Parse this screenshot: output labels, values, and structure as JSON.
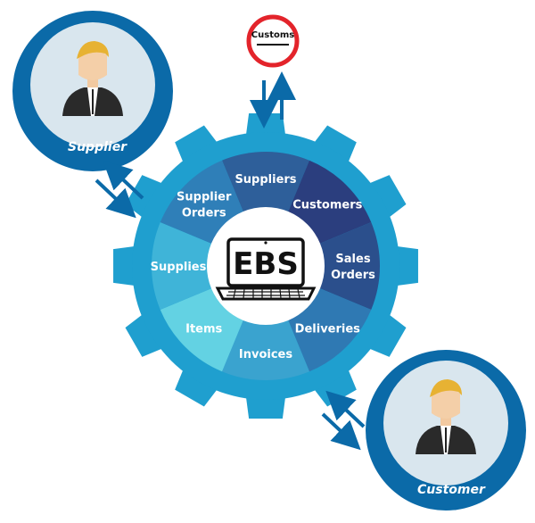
{
  "center": {
    "label": "EBS"
  },
  "segments": [
    {
      "label_lines": [
        "Suppliers"
      ],
      "color": "#2e5f9a"
    },
    {
      "label_lines": [
        "Customers"
      ],
      "color": "#2b3e7e"
    },
    {
      "label_lines": [
        "Sales",
        "Orders"
      ],
      "color": "#2b4f8c"
    },
    {
      "label_lines": [
        "Deliveries"
      ],
      "color": "#2f79b3"
    },
    {
      "label_lines": [
        "Invoices"
      ],
      "color": "#3aa3cf"
    },
    {
      "label_lines": [
        "Items"
      ],
      "color": "#63d2e3"
    },
    {
      "label_lines": [
        "Supplies"
      ],
      "color": "#3fb4d8"
    },
    {
      "label_lines": [
        "Supplier",
        "Orders"
      ],
      "color": "#2f7fb8"
    }
  ],
  "actors": {
    "supplier": {
      "label": "Supplier"
    },
    "customer": {
      "label": "Customer"
    }
  },
  "customs": {
    "label": "Customs"
  },
  "colors": {
    "gear": "#1f9fcf",
    "ring_outer": "#0b6aa8",
    "ring_inner": "#d9e6ee",
    "arrow": "#0b6aa8",
    "customs_ring": "#e3242b"
  }
}
